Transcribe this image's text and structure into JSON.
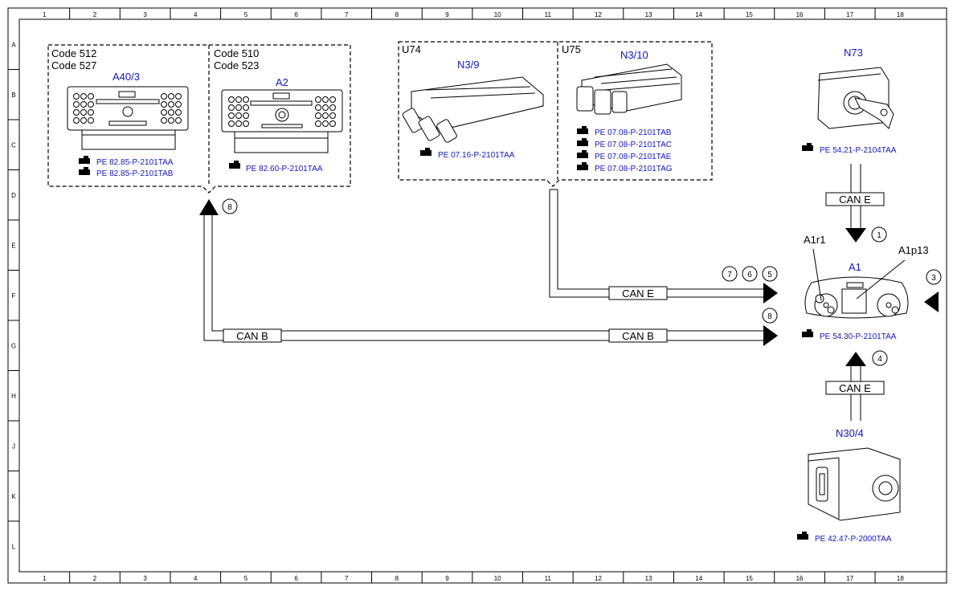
{
  "border": {
    "columns": [
      "1",
      "2",
      "3",
      "4",
      "5",
      "6",
      "7",
      "8",
      "9",
      "10",
      "11",
      "12",
      "13",
      "14",
      "15",
      "16",
      "17",
      "18"
    ],
    "rows": [
      "A",
      "B",
      "C",
      "D",
      "E",
      "F",
      "G",
      "H",
      "J",
      "K",
      "L"
    ]
  },
  "colors": {
    "line": "#000000",
    "blue": "#1515c8",
    "box_dash": "#000000"
  },
  "groups": {
    "radio_left": {
      "code_lines": [
        "Code 512",
        "Code 527"
      ],
      "component": "A40/3",
      "refs": [
        "PE 82.85-P-2101TAA",
        "PE 82.85-P-2101TAB"
      ]
    },
    "radio_right": {
      "code_lines": [
        "Code 510",
        "Code 523"
      ],
      "component": "A2",
      "refs": [
        "PE 82.60-P-2101TAA"
      ]
    },
    "ecu_u74": {
      "code": "U74",
      "component": "N3/9",
      "refs": [
        "PE 07.16-P-2101TAA"
      ]
    },
    "ecu_u75": {
      "code": "U75",
      "component": "N3/10",
      "refs": [
        "PE 07.08-P-2101TAB",
        "PE 07.08-P-2101TAC",
        "PE 07.08-P-2101TAE",
        "PE 07.08-P-2101TAG"
      ]
    }
  },
  "ignition": {
    "component": "N73",
    "refs": [
      "PE 54.21-P-2104TAA"
    ]
  },
  "cluster": {
    "component": "A1",
    "sub_left": "A1r1",
    "sub_right": "A1p13",
    "refs": [
      "PE 54.30-P-2101TAA"
    ]
  },
  "esp": {
    "component": "N30/4",
    "refs": [
      "PE 42.47-P-2000TAA"
    ]
  },
  "bus_labels": {
    "top_right": "CAN E",
    "middle": "CAN E",
    "bottom_left": "CAN B",
    "bottom_right": "CAN B",
    "lower_right": "CAN E"
  },
  "markers": {
    "radio_up": "8",
    "ignition_down": "1",
    "ecu_line": [
      "7",
      "6",
      "5"
    ],
    "canb_line": "8",
    "right_in": "3",
    "esp_up": "4"
  }
}
